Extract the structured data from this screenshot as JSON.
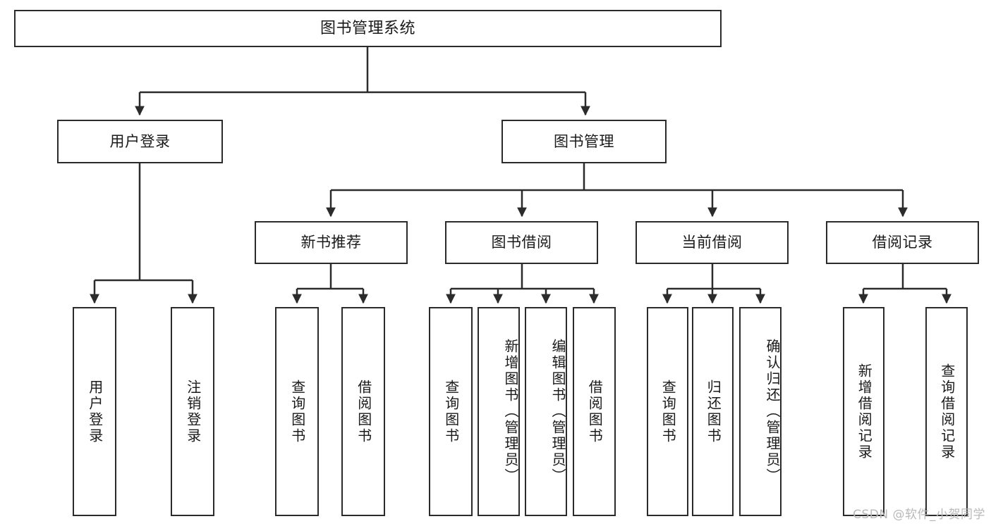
{
  "diagram": {
    "type": "tree",
    "title": "图书管理系统",
    "watermark": "CSDN @软件_小贺同学",
    "colors": {
      "stroke": "#2b2b2b",
      "fill": "#ffffff",
      "text": "#1a1a1a",
      "watermark": "#b9b9b9"
    },
    "nodes": {
      "root": {
        "label": "图书管理系统",
        "level": 1
      },
      "l2": [
        {
          "id": "user-login",
          "label": "用户登录",
          "level": 2
        },
        {
          "id": "book-manage",
          "label": "图书管理",
          "level": 2
        }
      ],
      "l3": [
        {
          "id": "new-book-rec",
          "label": "新书推荐",
          "level": 3,
          "parent": "book-manage"
        },
        {
          "id": "book-borrow",
          "label": "图书借阅",
          "level": 3,
          "parent": "book-manage"
        },
        {
          "id": "current-borrow",
          "label": "当前借阅",
          "level": 3,
          "parent": "book-manage"
        },
        {
          "id": "borrow-record",
          "label": "借阅记录",
          "level": 3,
          "parent": "book-manage"
        }
      ],
      "leaves": [
        {
          "id": "leaf-user-login",
          "label": "用户登录",
          "parent": "user-login"
        },
        {
          "id": "leaf-user-logout",
          "label": "注销登录",
          "parent": "user-login"
        },
        {
          "id": "leaf-rec-query",
          "label": "查询图书",
          "parent": "new-book-rec"
        },
        {
          "id": "leaf-rec-borrow",
          "label": "借阅图书",
          "parent": "new-book-rec"
        },
        {
          "id": "leaf-borrow-query",
          "label": "查询图书",
          "parent": "book-borrow"
        },
        {
          "id": "leaf-borrow-add",
          "label": "新增图书（管理员）",
          "parent": "book-borrow"
        },
        {
          "id": "leaf-borrow-edit",
          "label": "编辑图书（管理员）",
          "parent": "book-borrow"
        },
        {
          "id": "leaf-borrow-lend",
          "label": "借阅图书",
          "parent": "book-borrow"
        },
        {
          "id": "leaf-cur-query",
          "label": "查询图书",
          "parent": "current-borrow"
        },
        {
          "id": "leaf-cur-return",
          "label": "归还图书",
          "parent": "current-borrow"
        },
        {
          "id": "leaf-cur-confirm",
          "label": "确认归还（管理员）",
          "parent": "current-borrow"
        },
        {
          "id": "leaf-rec-add",
          "label": "新增借阅记录",
          "parent": "borrow-record"
        },
        {
          "id": "leaf-rec-query2",
          "label": "查询借阅记录",
          "parent": "borrow-record"
        }
      ]
    }
  }
}
